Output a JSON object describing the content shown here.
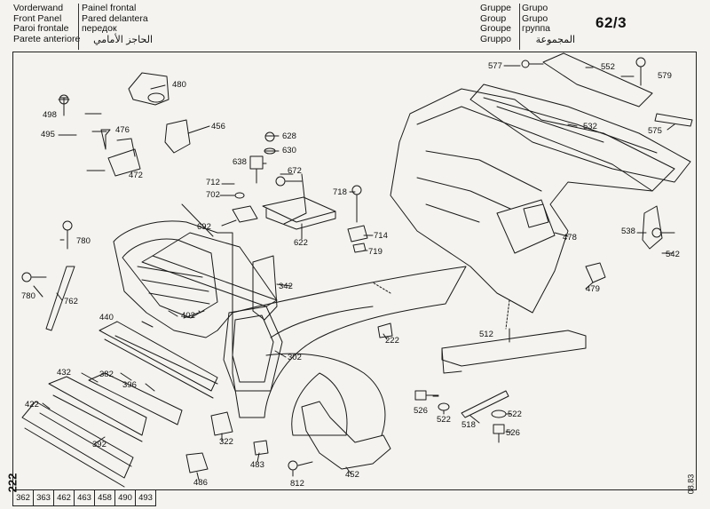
{
  "header": {
    "names_col1": [
      "Vorderwand",
      "Front Panel",
      "Paroi frontale",
      "Parete anteriore"
    ],
    "names_col2": [
      "Painel frontal",
      "Pared delantera",
      "передок",
      "الحاجز الأمامي"
    ],
    "group_col1": [
      "Gruppe",
      "Group",
      "Groupe",
      "Gruppo"
    ],
    "group_col2": [
      "Grupo",
      "Grupo",
      "группа",
      "المجموعة"
    ],
    "group_number": "62/3"
  },
  "page_number": "222",
  "date_code": "08.83",
  "reference_pages": [
    "362",
    "363",
    "462",
    "463",
    "458",
    "490",
    "493"
  ],
  "part_labels": {
    "p480": "480",
    "p498": "498",
    "p495": "495",
    "p476": "476",
    "p472": "472",
    "p456": "456",
    "p628": "628",
    "p630": "630",
    "p638": "638",
    "p672": "672",
    "p712": "712",
    "p702": "702",
    "p692": "692",
    "p622": "622",
    "p718": "718",
    "p714": "714",
    "p719": "719",
    "p577": "577",
    "p552": "552",
    "p579": "579",
    "p532": "532",
    "p575": "575",
    "p478": "478",
    "p538": "538",
    "p542": "542",
    "p479": "479",
    "p780a": "780",
    "p780b": "780",
    "p762": "762",
    "p342": "342",
    "p440": "440",
    "p402": "402",
    "p432": "432",
    "p382": "382",
    "p396": "396",
    "p422": "422",
    "p392": "392",
    "p302": "302",
    "p222": "222",
    "p512": "512",
    "p526a": "526",
    "p522a": "522",
    "p518": "518",
    "p522b": "522",
    "p526b": "526",
    "p322": "322",
    "p483": "483",
    "p486": "486",
    "p812": "812",
    "p452": "452"
  }
}
